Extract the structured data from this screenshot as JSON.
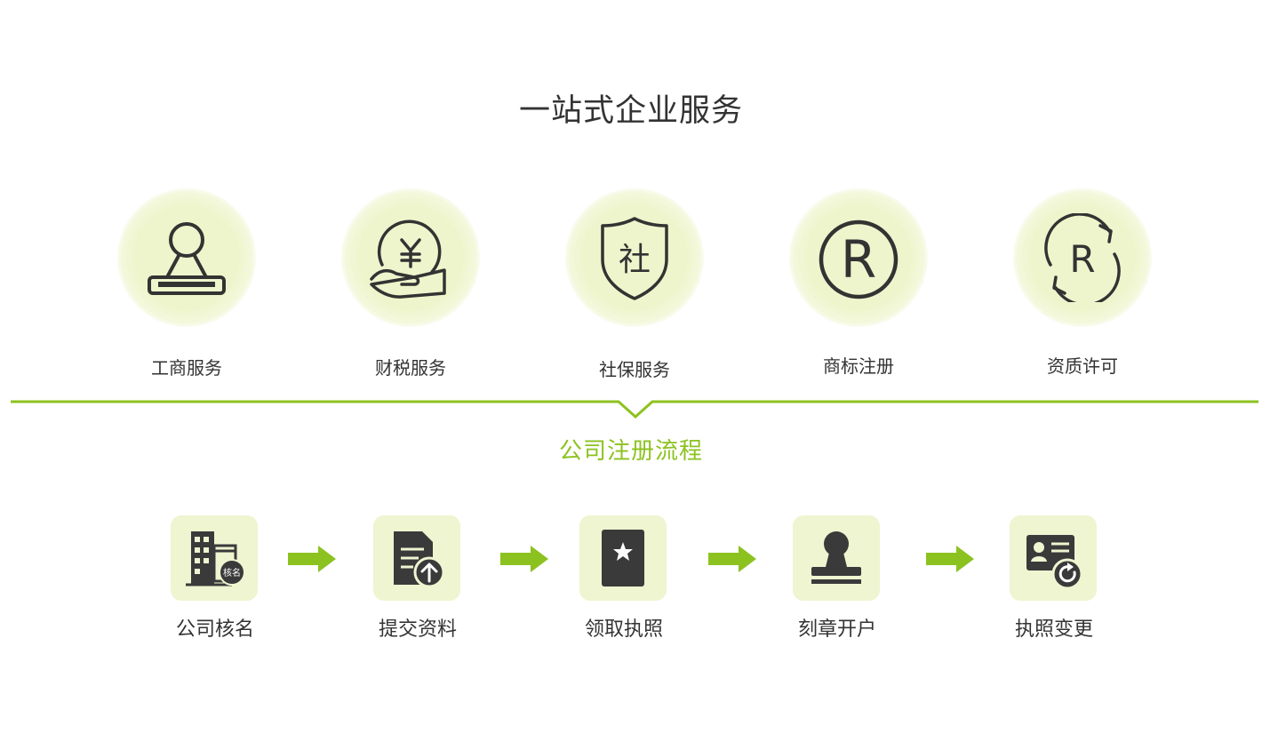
{
  "page_title": "一站式企业服务",
  "services": [
    {
      "label": "工商服务",
      "icon": "stamp-icon"
    },
    {
      "label": "财税服务",
      "icon": "hand-yen-coin-icon"
    },
    {
      "label": "社保服务",
      "icon": "shield-social-icon",
      "glyph": "社"
    },
    {
      "label": "商标注册",
      "icon": "registered-trademark-icon",
      "glyph": "R"
    },
    {
      "label": "资质许可",
      "icon": "refresh-r-icon",
      "glyph": "R"
    }
  ],
  "flow_title": "公司注册流程",
  "steps": [
    {
      "label": "公司核名",
      "icon": "building-name-check-icon",
      "badge": "核名"
    },
    {
      "label": "提交资料",
      "icon": "document-upload-icon"
    },
    {
      "label": "领取执照",
      "icon": "license-book-star-icon"
    },
    {
      "label": "刻章开户",
      "icon": "seal-stamp-icon"
    },
    {
      "label": "执照变更",
      "icon": "id-card-refresh-icon"
    }
  ],
  "colors": {
    "accent": "#8cc220",
    "halo": "#eef5cc",
    "tile": "#eef5d0",
    "icon_dark": "#333333",
    "text": "#333333"
  }
}
